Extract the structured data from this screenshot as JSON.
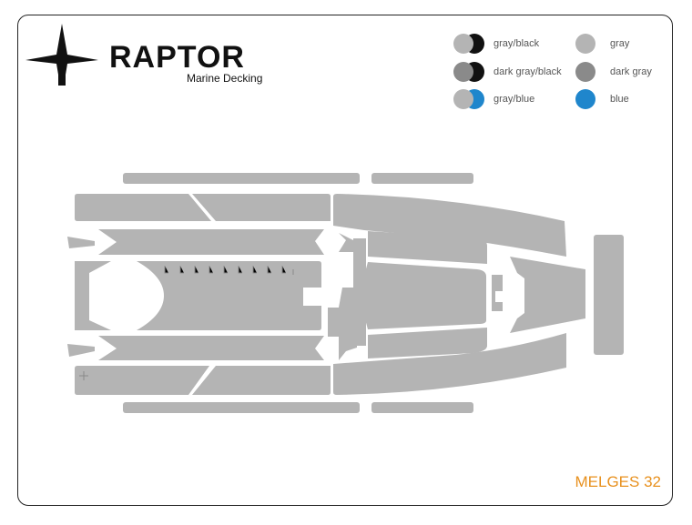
{
  "brand": {
    "name": "RAPTOR",
    "subtitle": "Marine Decking"
  },
  "model": "MELGES 32",
  "legend": [
    {
      "label": "gray/black",
      "icon": "gray-black-swatch",
      "colors": [
        "#b4b4b4",
        "#111111"
      ]
    },
    {
      "label": "gray",
      "icon": "gray-swatch",
      "colors": [
        "#b4b4b4"
      ]
    },
    {
      "label": "dark gray/black",
      "icon": "dark-gray-black-swatch",
      "colors": [
        "#8a8a8a",
        "#111111"
      ]
    },
    {
      "label": "dark gray",
      "icon": "dark-gray-swatch",
      "colors": [
        "#8a8a8a"
      ]
    },
    {
      "label": "gray/blue",
      "icon": "gray-blue-swatch",
      "colors": [
        "#b4b4b4",
        "#1f86cc"
      ]
    },
    {
      "label": "blue",
      "icon": "blue-swatch",
      "colors": [
        "#1f86cc"
      ]
    }
  ],
  "colors": {
    "pad": "#b4b4b4",
    "accent": "#e8911f",
    "frame": "#222222"
  }
}
